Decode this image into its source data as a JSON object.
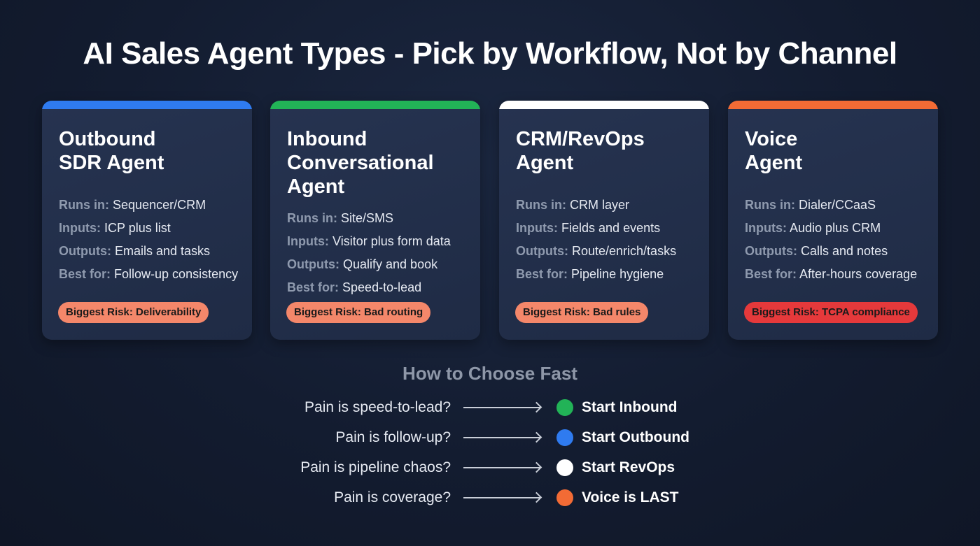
{
  "title": "AI Sales Agent Types - Pick by Workflow, Not by Channel",
  "cards": [
    {
      "name": "Outbound\nSDR Agent",
      "accent": "#2f7bf0",
      "rows": [
        {
          "label": "Runs in:",
          "value": "Sequencer/CRM"
        },
        {
          "label": "Inputs:",
          "value": "ICP plus list"
        },
        {
          "label": "Outputs:",
          "value": "Emails and tasks"
        },
        {
          "label": "Best for:",
          "value": "Follow-up consistency"
        }
      ],
      "risk": "Biggest Risk: Deliverability",
      "risk_color": "#f4876a"
    },
    {
      "name": "Inbound\nConversational\nAgent",
      "accent": "#22b357",
      "rows": [
        {
          "label": "Runs in:",
          "value": "Site/SMS"
        },
        {
          "label": "Inputs:",
          "value": "Visitor plus form data"
        },
        {
          "label": "Outputs:",
          "value": "Qualify and book"
        },
        {
          "label": "Best for:",
          "value": "Speed-to-lead"
        }
      ],
      "risk": "Biggest Risk: Bad routing",
      "risk_color": "#f4876a"
    },
    {
      "name": "CRM/RevOps\nAgent",
      "accent": "#ffffff",
      "rows": [
        {
          "label": "Runs in:",
          "value": "CRM layer"
        },
        {
          "label": "Inputs:",
          "value": "Fields and events"
        },
        {
          "label": "Outputs:",
          "value": "Route/enrich/tasks"
        },
        {
          "label": "Best for:",
          "value": "Pipeline hygiene"
        }
      ],
      "risk": "Biggest Risk: Bad rules",
      "risk_color": "#f4876a"
    },
    {
      "name": "Voice\nAgent",
      "accent": "#f26b35",
      "rows": [
        {
          "label": "Runs in:",
          "value": "Dialer/CCaaS"
        },
        {
          "label": "Inputs:",
          "value": "Audio plus CRM"
        },
        {
          "label": "Outputs:",
          "value": "Calls and notes"
        },
        {
          "label": "Best for:",
          "value": "After-hours coverage"
        }
      ],
      "risk": "Biggest Risk: TCPA compliance",
      "risk_color": "#e5393b"
    }
  ],
  "choose": {
    "title": "How to Choose Fast",
    "items": [
      {
        "question": "Pain is speed-to-lead?",
        "answer": "Start Inbound",
        "color": "#22b357"
      },
      {
        "question": "Pain is follow-up?",
        "answer": "Start Outbound",
        "color": "#2f7bf0"
      },
      {
        "question": "Pain is pipeline chaos?",
        "answer": "Start RevOps",
        "color": "#ffffff"
      },
      {
        "question": "Pain is coverage?",
        "answer": "Voice is LAST",
        "color": "#f26b35"
      }
    ]
  }
}
